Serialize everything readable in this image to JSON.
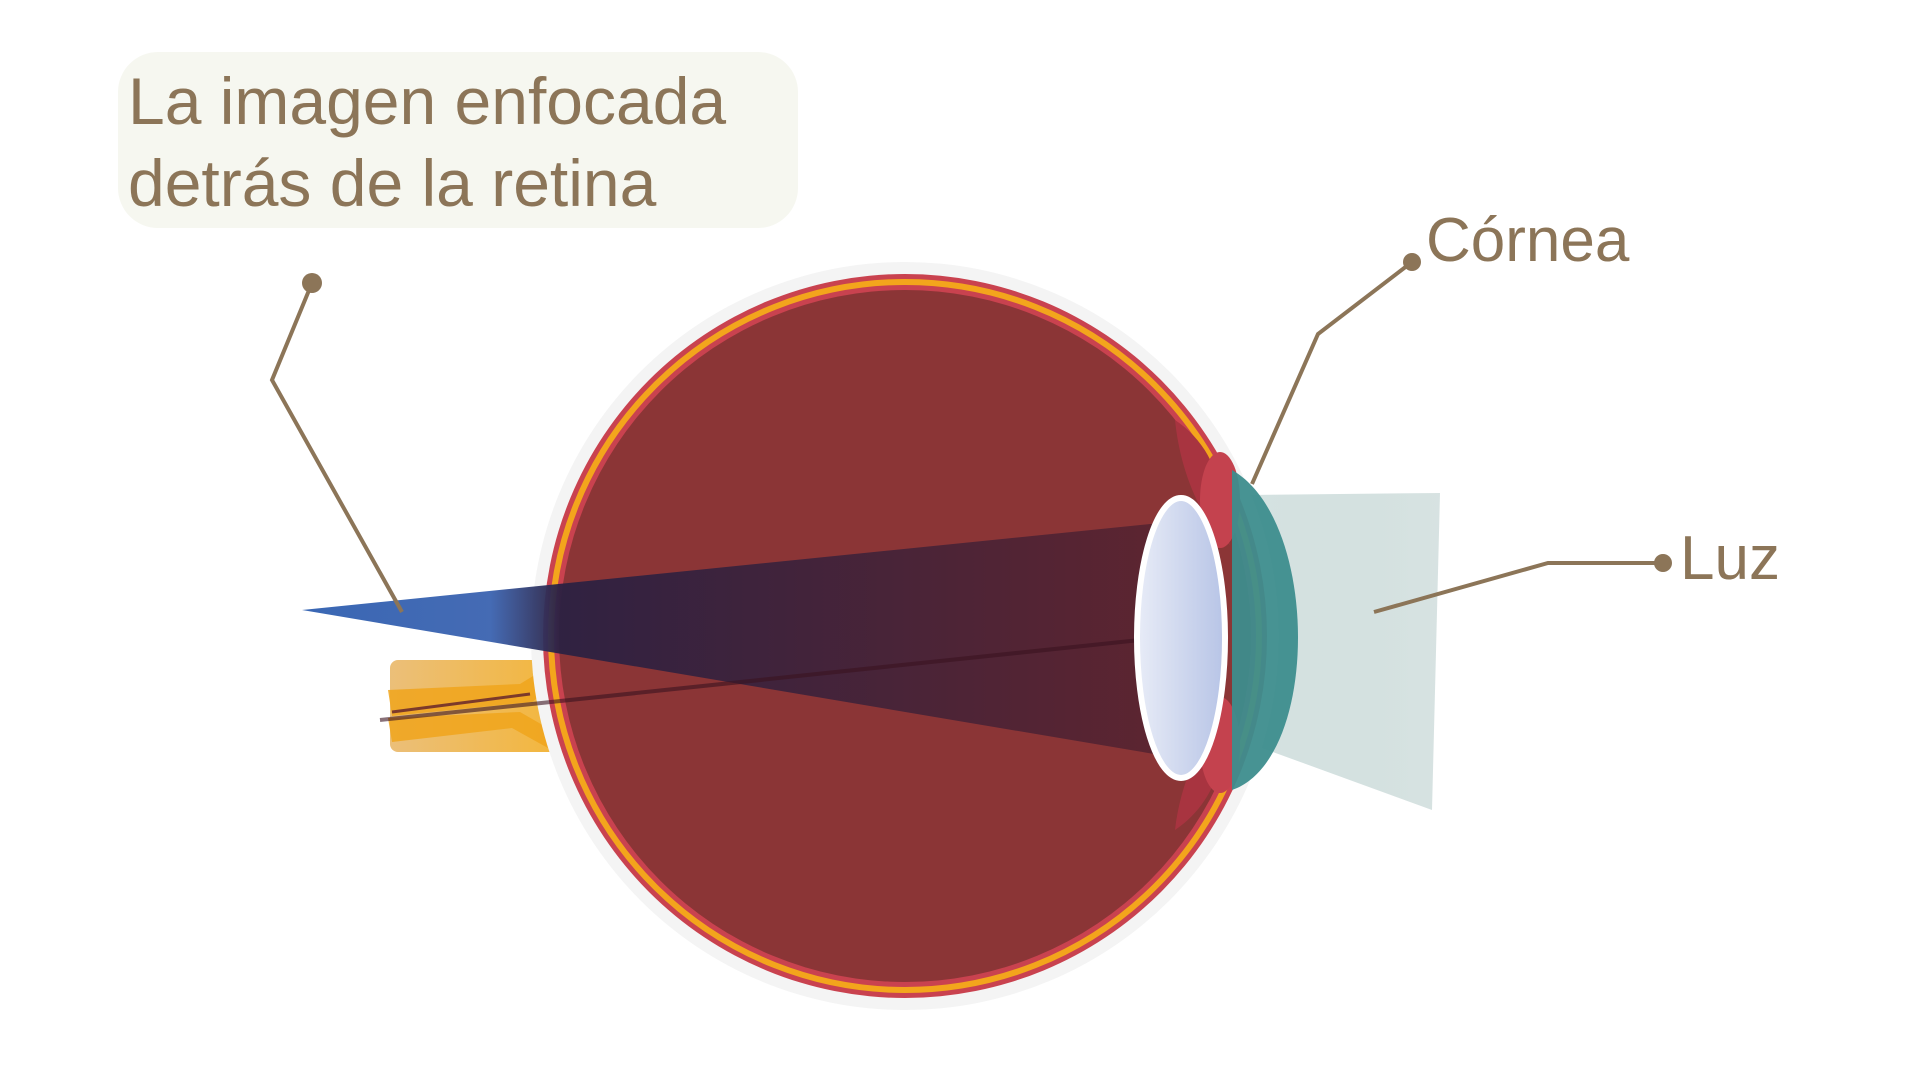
{
  "caption": {
    "line1": "La imagen enfocada",
    "line2": "detrás de la retina"
  },
  "labels": {
    "cornea": "Córnea",
    "light": "Luz"
  },
  "colors": {
    "label_text": "#8c7558",
    "leader_line": "#8c7558",
    "eyeball_interior": "#8b3536",
    "sclera": "#c9424f",
    "retina_layer": "#f3a51c",
    "optic_nerve": "#f0b23a",
    "lens": "#c9d3ee",
    "cornea": "#3d8d8d",
    "incoming_light": "#d5e1e0",
    "focus_cone": "#2f5fb0"
  }
}
